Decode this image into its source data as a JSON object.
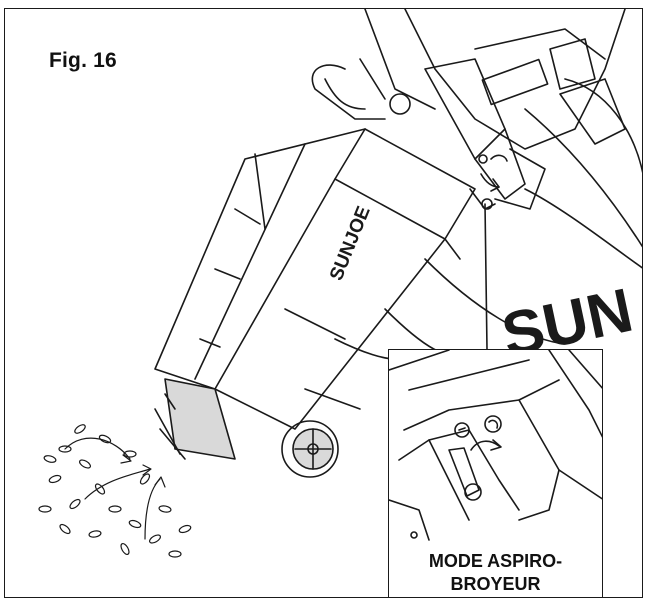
{
  "figure": {
    "label": "Fig. 16",
    "brand_text": "SUNJOE",
    "bag_text": "SUN",
    "inset_caption_line1": "MODE ASPIRO-",
    "inset_caption_line2": "BROYEUR"
  },
  "colors": {
    "line": "#1a1a1a",
    "background": "#ffffff",
    "shade": "#d9d9d9"
  }
}
